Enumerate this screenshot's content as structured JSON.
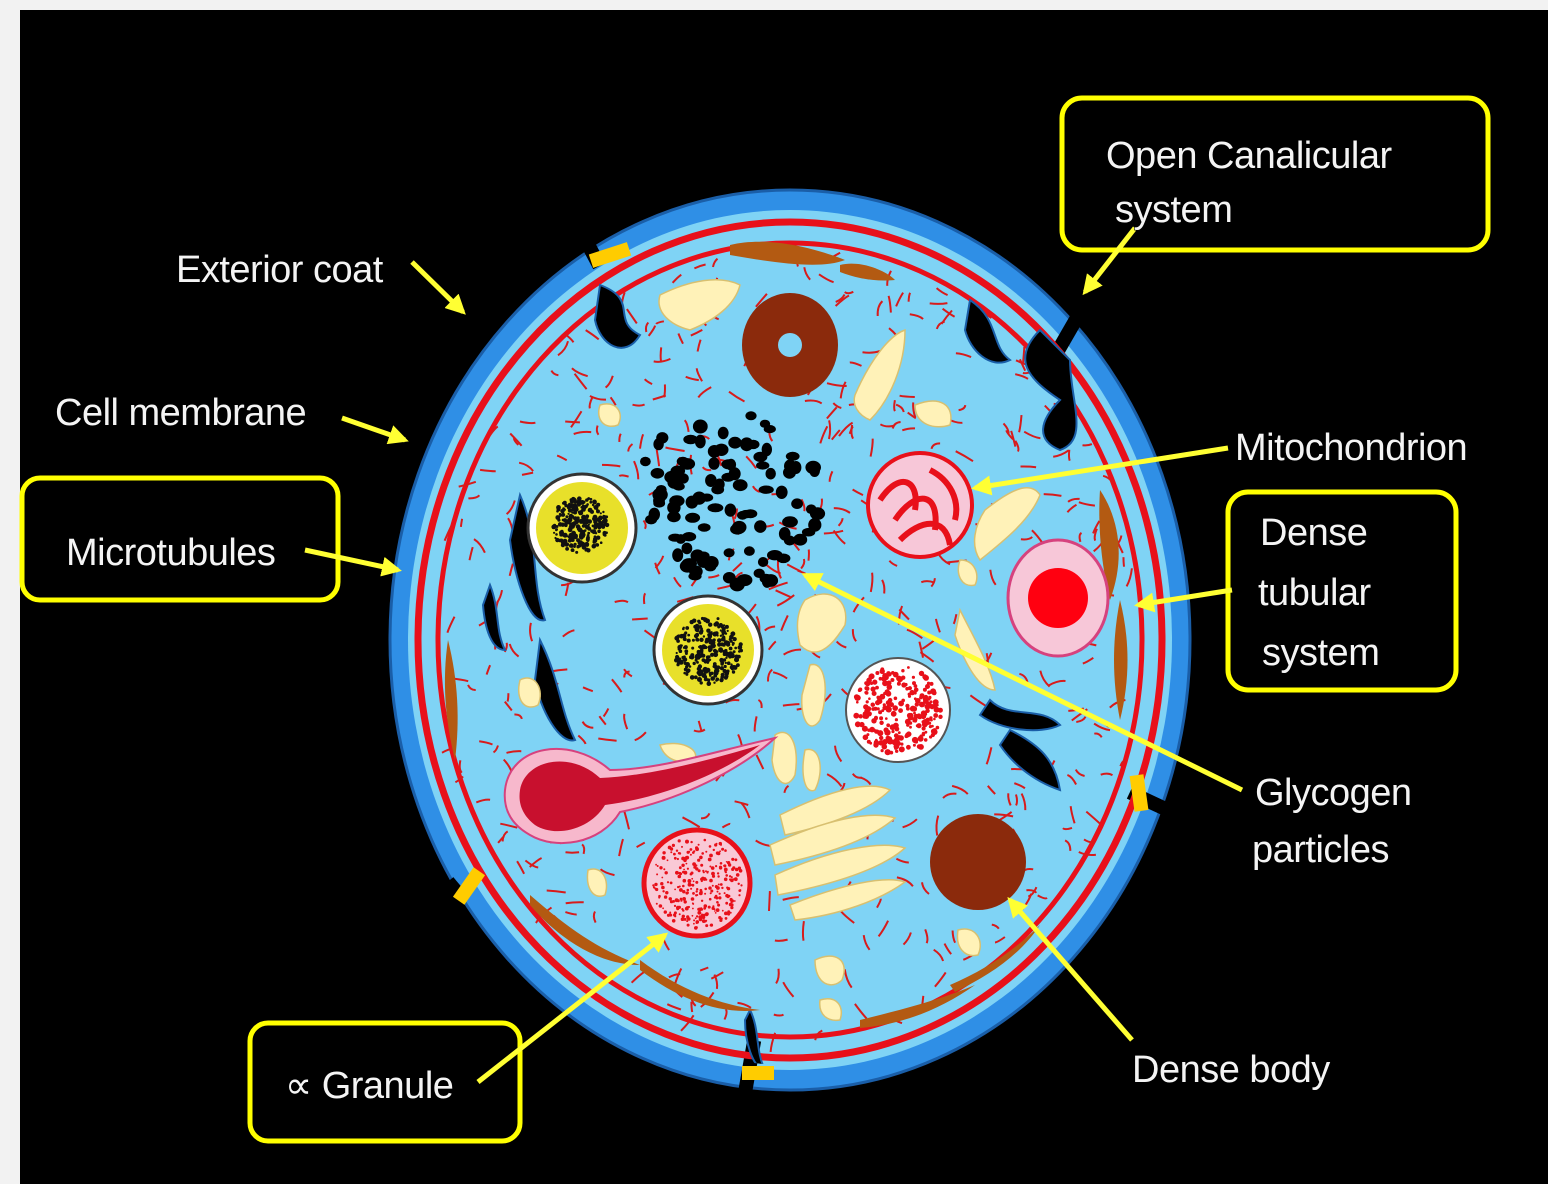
{
  "labels": {
    "exterior_coat": "Exterior coat",
    "cell_membrane": "Cell membrane",
    "microtubules": "Microtubules",
    "open_canalicular_line1": "Open Canalicular",
    "open_canalicular_line2": "system",
    "mitochondrion": "Mitochondrion",
    "dense_tubular_line1": "Dense",
    "dense_tubular_line2": "tubular",
    "dense_tubular_line3": "system",
    "glycogen_line1": "Glycogen",
    "glycogen_line2": "particles",
    "dense_body": "Dense body",
    "alpha_granule": "∝ Granule"
  },
  "colors": {
    "background": "#000000",
    "outer_coat": "#2f8fe6",
    "cytoplasm": "#7fd3f5",
    "membrane_red": "#e8101a",
    "highlight_box": "#ffff00",
    "arrow": "#ffff33",
    "brown": "#b35a12",
    "cream": "#fff2b8"
  }
}
